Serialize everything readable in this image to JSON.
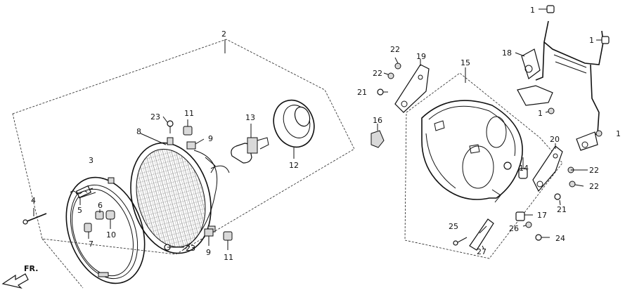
{
  "diagram": {
    "direction_label": "FR.",
    "callouts": {
      "n1": "1",
      "n2": "2",
      "n3": "3",
      "n4": "4",
      "n5": "5",
      "n6": "6",
      "n7": "7",
      "n8": "8",
      "n9": "9",
      "n10": "10",
      "n11": "11",
      "n12": "12",
      "n13": "13",
      "n14": "14",
      "n15": "15",
      "n16": "16",
      "n17": "17",
      "n18": "18",
      "n19": "19",
      "n20": "20",
      "n21": "21",
      "n22": "22",
      "n23": "23",
      "n24": "24",
      "n25": "25",
      "n26": "26",
      "n27": "27"
    }
  }
}
